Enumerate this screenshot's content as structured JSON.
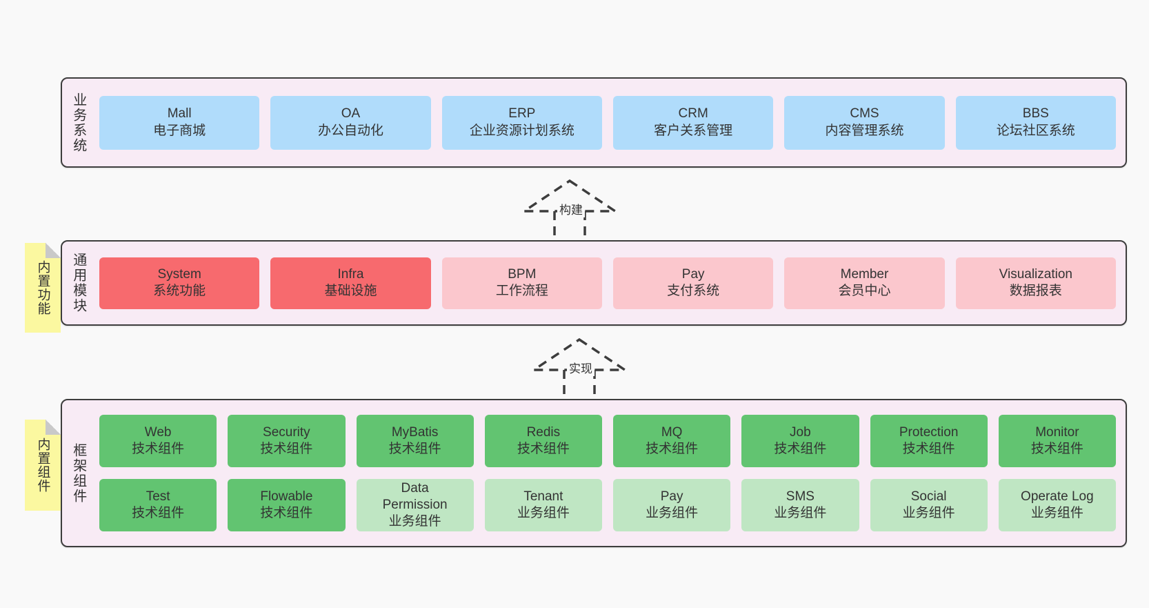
{
  "diagram": {
    "background": "#f9f9f9",
    "colors": {
      "panel_bg": "#f8ebf5",
      "panel_border": "#3d3d3d",
      "blue": "#b0dcfb",
      "red": "#f76a6e",
      "pink": "#fbc7cd",
      "green": "#62c471",
      "light_green": "#bfe6c3",
      "sticky_yellow": "#fbf8a0",
      "text": "#333333"
    }
  },
  "layers": [
    {
      "id": "business-system",
      "title": "业务系统",
      "rows": [
        [
          {
            "name": "Mall",
            "desc": "电子商城",
            "style": "blue"
          },
          {
            "name": "OA",
            "desc": "办公自动化",
            "style": "blue"
          },
          {
            "name": "ERP",
            "desc": "企业资源计划系统",
            "style": "blue"
          },
          {
            "name": "CRM",
            "desc": "客户关系管理",
            "style": "blue"
          },
          {
            "name": "CMS",
            "desc": "内容管理系统",
            "style": "blue"
          },
          {
            "name": "BBS",
            "desc": "论坛社区系统",
            "style": "blue"
          }
        ]
      ]
    },
    {
      "id": "common-module",
      "title": "通用模块",
      "sticky": "内置功能",
      "rows": [
        [
          {
            "name": "System",
            "desc": "系统功能",
            "style": "red"
          },
          {
            "name": "Infra",
            "desc": "基础设施",
            "style": "red"
          },
          {
            "name": "BPM",
            "desc": "工作流程",
            "style": "pink"
          },
          {
            "name": "Pay",
            "desc": "支付系统",
            "style": "pink"
          },
          {
            "name": "Member",
            "desc": "会员中心",
            "style": "pink"
          },
          {
            "name": "Visualization",
            "desc": "数据报表",
            "style": "pink"
          }
        ]
      ]
    },
    {
      "id": "framework-component",
      "title": "框架组件",
      "sticky": "内置组件",
      "rows": [
        [
          {
            "name": "Web",
            "desc": "技术组件",
            "style": "green"
          },
          {
            "name": "Security",
            "desc": "技术组件",
            "style": "green"
          },
          {
            "name": "MyBatis",
            "desc": "技术组件",
            "style": "green"
          },
          {
            "name": "Redis",
            "desc": "技术组件",
            "style": "green"
          },
          {
            "name": "MQ",
            "desc": "技术组件",
            "style": "green"
          },
          {
            "name": "Job",
            "desc": "技术组件",
            "style": "green"
          },
          {
            "name": "Protection",
            "desc": "技术组件",
            "style": "green"
          },
          {
            "name": "Monitor",
            "desc": "技术组件",
            "style": "green"
          }
        ],
        [
          {
            "name": "Test",
            "desc": "技术组件",
            "style": "green"
          },
          {
            "name": "Flowable",
            "desc": "技术组件",
            "style": "green"
          },
          {
            "name": "Data Permission",
            "desc": "业务组件",
            "style": "lgreen"
          },
          {
            "name": "Tenant",
            "desc": "业务组件",
            "style": "lgreen"
          },
          {
            "name": "Pay",
            "desc": "业务组件",
            "style": "lgreen"
          },
          {
            "name": "SMS",
            "desc": "业务组件",
            "style": "lgreen"
          },
          {
            "name": "Social",
            "desc": "业务组件",
            "style": "lgreen"
          },
          {
            "name": "Operate Log",
            "desc": "业务组件",
            "style": "lgreen"
          }
        ]
      ]
    }
  ],
  "connectors": [
    {
      "id": "build",
      "label": "构建",
      "from": "common-module",
      "to": "business-system"
    },
    {
      "id": "implement",
      "label": "实现",
      "from": "framework-component",
      "to": "common-module"
    }
  ]
}
